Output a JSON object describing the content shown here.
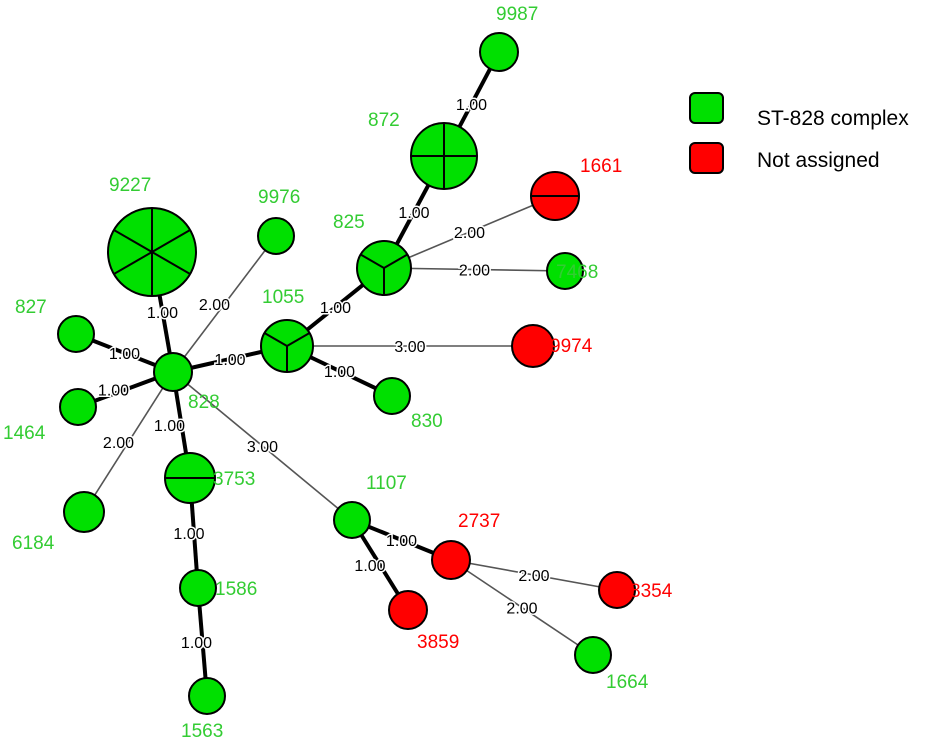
{
  "legend": {
    "items": [
      {
        "label": "ST-828 complex",
        "color": "#00e000"
      },
      {
        "label": "Not assigned",
        "color": "#ff0000"
      }
    ]
  },
  "colors": {
    "green": "#00e000",
    "red": "#ff0000",
    "label_green": "#33cc33",
    "label_red": "#ff0000"
  },
  "nodes": [
    {
      "id": "9987",
      "label": "9987",
      "group": 0,
      "slices": 1
    },
    {
      "id": "872",
      "label": "872",
      "group": 0,
      "slices": 4
    },
    {
      "id": "1661",
      "label": "1661",
      "group": 1,
      "slices": 2
    },
    {
      "id": "9227",
      "label": "9227",
      "group": 0,
      "slices": 6
    },
    {
      "id": "9976",
      "label": "9976",
      "group": 0,
      "slices": 1
    },
    {
      "id": "825",
      "label": "825",
      "group": 0,
      "slices": 3
    },
    {
      "id": "7468",
      "label": "7468",
      "group": 0,
      "slices": 1
    },
    {
      "id": "1055",
      "label": "1055",
      "group": 0,
      "slices": 3
    },
    {
      "id": "9974",
      "label": "9974",
      "group": 1,
      "slices": 1
    },
    {
      "id": "827",
      "label": "827",
      "group": 0,
      "slices": 1
    },
    {
      "id": "828",
      "label": "828",
      "group": 0,
      "slices": 1
    },
    {
      "id": "830",
      "label": "830",
      "group": 0,
      "slices": 1
    },
    {
      "id": "1464",
      "label": "1464",
      "group": 0,
      "slices": 1
    },
    {
      "id": "3753",
      "label": "3753",
      "group": 0,
      "slices": 2
    },
    {
      "id": "6184",
      "label": "6184",
      "group": 0,
      "slices": 1
    },
    {
      "id": "1107",
      "label": "1107",
      "group": 0,
      "slices": 1
    },
    {
      "id": "2737",
      "label": "2737",
      "group": 1,
      "slices": 1
    },
    {
      "id": "1586",
      "label": "1586",
      "group": 0,
      "slices": 1
    },
    {
      "id": "8354",
      "label": "8354",
      "group": 1,
      "slices": 1
    },
    {
      "id": "3859",
      "label": "3859",
      "group": 1,
      "slices": 1
    },
    {
      "id": "1664",
      "label": "1664",
      "group": 0,
      "slices": 1
    },
    {
      "id": "1563",
      "label": "1563",
      "group": 0,
      "slices": 1
    }
  ],
  "edges": [
    {
      "from": "9987",
      "to": "872",
      "weight": "1.00"
    },
    {
      "from": "872",
      "to": "825",
      "weight": "1.00"
    },
    {
      "from": "825",
      "to": "1661",
      "weight": "2.00"
    },
    {
      "from": "825",
      "to": "7468",
      "weight": "2.00"
    },
    {
      "from": "825",
      "to": "1055",
      "weight": "1.00"
    },
    {
      "from": "1055",
      "to": "9974",
      "weight": "3.00"
    },
    {
      "from": "1055",
      "to": "830",
      "weight": "1.00"
    },
    {
      "from": "1055",
      "to": "828",
      "weight": "1.00"
    },
    {
      "from": "9227",
      "to": "828",
      "weight": "1.00"
    },
    {
      "from": "9976",
      "to": "828",
      "weight": "2.00"
    },
    {
      "from": "827",
      "to": "828",
      "weight": "1.00"
    },
    {
      "from": "1464",
      "to": "828",
      "weight": "1.00"
    },
    {
      "from": "6184",
      "to": "828",
      "weight": "2.00"
    },
    {
      "from": "828",
      "to": "3753",
      "weight": "1.00"
    },
    {
      "from": "828",
      "to": "1107",
      "weight": "3.00"
    },
    {
      "from": "3753",
      "to": "1586",
      "weight": "1.00"
    },
    {
      "from": "1586",
      "to": "1563",
      "weight": "1.00"
    },
    {
      "from": "1107",
      "to": "2737",
      "weight": "1.00"
    },
    {
      "from": "1107",
      "to": "3859",
      "weight": "1.00"
    },
    {
      "from": "2737",
      "to": "8354",
      "weight": "2.00"
    },
    {
      "from": "2737",
      "to": "1664",
      "weight": "2.00"
    }
  ]
}
